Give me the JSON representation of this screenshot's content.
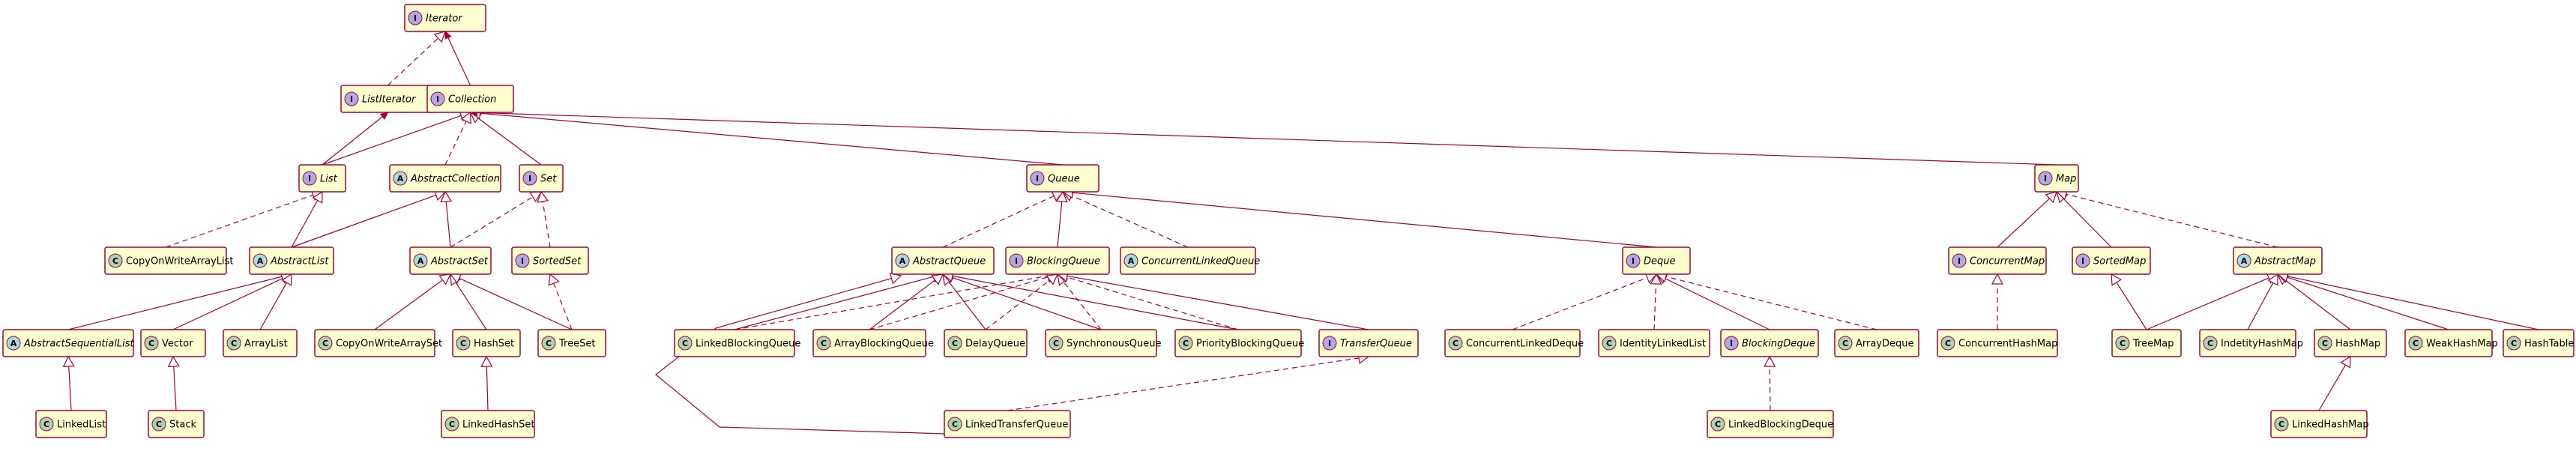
{
  "colors": {
    "box_fill": "#FEFECE",
    "border": "#A80036",
    "interface": "#B4A7E5",
    "abstract": "#A9DCDF",
    "class": "#ADD1B2"
  },
  "kind_letters": {
    "interface": "I",
    "abstract": "A",
    "class": "C"
  },
  "nodes": [
    {
      "id": "Iterator",
      "label": "Iterator",
      "kind": "interface"
    },
    {
      "id": "ListIterator",
      "label": "ListIterator",
      "kind": "interface"
    },
    {
      "id": "Collection",
      "label": "Collection",
      "kind": "interface"
    },
    {
      "id": "List",
      "label": "List",
      "kind": "interface"
    },
    {
      "id": "AbstractCollection",
      "label": "AbstractCollection",
      "kind": "abstract"
    },
    {
      "id": "Set",
      "label": "Set",
      "kind": "interface"
    },
    {
      "id": "CopyOnWriteArrayList",
      "label": "CopyOnWriteArrayList",
      "kind": "class"
    },
    {
      "id": "AbstractList",
      "label": "AbstractList",
      "kind": "abstract"
    },
    {
      "id": "AbstractSet",
      "label": "AbstractSet",
      "kind": "abstract"
    },
    {
      "id": "SortedSet",
      "label": "SortedSet",
      "kind": "interface"
    },
    {
      "id": "AbstractSequentialList",
      "label": "AbstractSequentialList",
      "kind": "abstract"
    },
    {
      "id": "Vector",
      "label": "Vector",
      "kind": "class"
    },
    {
      "id": "ArrayList",
      "label": "ArrayList",
      "kind": "class"
    },
    {
      "id": "CopyOnWriteArraySet",
      "label": "CopyOnWriteArraySet",
      "kind": "class"
    },
    {
      "id": "HashSet",
      "label": "HashSet",
      "kind": "class"
    },
    {
      "id": "TreeSet",
      "label": "TreeSet",
      "kind": "class"
    },
    {
      "id": "LinkedList",
      "label": "LinkedList",
      "kind": "class"
    },
    {
      "id": "Stack",
      "label": "Stack",
      "kind": "class"
    },
    {
      "id": "LinkedHashSet",
      "label": "LinkedHashSet",
      "kind": "class"
    },
    {
      "id": "Queue",
      "label": "Queue",
      "kind": "interface"
    },
    {
      "id": "AbstractQueue",
      "label": "AbstractQueue",
      "kind": "abstract"
    },
    {
      "id": "BlockingQueue",
      "label": "BlockingQueue",
      "kind": "interface"
    },
    {
      "id": "ConcurrentLinkedQueue",
      "label": "ConcurrentLinkedQueue",
      "kind": "abstract"
    },
    {
      "id": "Deque",
      "label": "Deque",
      "kind": "interface"
    },
    {
      "id": "LinkedBlockingQueue",
      "label": "LinkedBlockingQueue",
      "kind": "class"
    },
    {
      "id": "ArrayBlockingQueue",
      "label": "ArrayBlockingQueue",
      "kind": "class"
    },
    {
      "id": "DelayQueue",
      "label": "DelayQueue",
      "kind": "class"
    },
    {
      "id": "SynchronousQueue",
      "label": "SynchronousQueue",
      "kind": "class"
    },
    {
      "id": "PriorityBlockingQueue",
      "label": "PriorityBlockingQueue",
      "kind": "class"
    },
    {
      "id": "TransferQueue",
      "label": "TransferQueue",
      "kind": "interface"
    },
    {
      "id": "LinkedTransferQueue",
      "label": "LinkedTransferQueue",
      "kind": "class"
    },
    {
      "id": "ConcurrentLinkedDeque",
      "label": "ConcurrentLinkedDeque",
      "kind": "class"
    },
    {
      "id": "IdentityLinkedList",
      "label": "IdentityLinkedList",
      "kind": "class"
    },
    {
      "id": "BlockingDeque",
      "label": "BlockingDeque",
      "kind": "interface"
    },
    {
      "id": "ArrayDeque",
      "label": "ArrayDeque",
      "kind": "class"
    },
    {
      "id": "LinkedBlockingDeque",
      "label": "LinkedBlockingDeque",
      "kind": "class"
    },
    {
      "id": "Map",
      "label": "Map",
      "kind": "interface"
    },
    {
      "id": "ConcurrentMap",
      "label": "ConcurrentMap",
      "kind": "interface"
    },
    {
      "id": "SortedMap",
      "label": "SortedMap",
      "kind": "interface"
    },
    {
      "id": "AbstractMap",
      "label": "AbstractMap",
      "kind": "abstract"
    },
    {
      "id": "ConcurrentHashMap",
      "label": "ConcurrentHashMap",
      "kind": "class"
    },
    {
      "id": "TreeMap",
      "label": "TreeMap",
      "kind": "class"
    },
    {
      "id": "IndetityHashMap",
      "label": "IndetityHashMap",
      "kind": "class"
    },
    {
      "id": "HashMap",
      "label": "HashMap",
      "kind": "class"
    },
    {
      "id": "WeakHashMap",
      "label": "WeakHashMap",
      "kind": "class"
    },
    {
      "id": "HashTable",
      "label": "HashTable",
      "kind": "class"
    },
    {
      "id": "LinkedHashMap",
      "label": "LinkedHashMap",
      "kind": "class"
    }
  ],
  "edges": [
    {
      "from": "ListIterator",
      "to": "Iterator",
      "type": "realize"
    },
    {
      "from": "Collection",
      "to": "Iterator",
      "type": "association"
    },
    {
      "from": "List",
      "to": "ListIterator",
      "type": "association"
    },
    {
      "from": "List",
      "to": "Collection",
      "type": "extend"
    },
    {
      "from": "AbstractCollection",
      "to": "Collection",
      "type": "realize"
    },
    {
      "from": "Set",
      "to": "Collection",
      "type": "extend"
    },
    {
      "from": "Queue",
      "to": "Collection",
      "type": "extend"
    },
    {
      "from": "Map",
      "to": "Collection",
      "type": "association"
    },
    {
      "from": "CopyOnWriteArrayList",
      "to": "List",
      "type": "realize"
    },
    {
      "from": "AbstractList",
      "to": "List",
      "type": "extend"
    },
    {
      "from": "AbstractList",
      "to": "AbstractCollection",
      "type": "extend"
    },
    {
      "from": "AbstractSet",
      "to": "AbstractCollection",
      "type": "extend"
    },
    {
      "from": "AbstractSet",
      "to": "Set",
      "type": "realize"
    },
    {
      "from": "SortedSet",
      "to": "Set",
      "type": "realize"
    },
    {
      "from": "AbstractSequentialList",
      "to": "AbstractList",
      "type": "extend"
    },
    {
      "from": "Vector",
      "to": "AbstractList",
      "type": "extend"
    },
    {
      "from": "ArrayList",
      "to": "AbstractList",
      "type": "extend"
    },
    {
      "from": "CopyOnWriteArraySet",
      "to": "AbstractSet",
      "type": "extend"
    },
    {
      "from": "HashSet",
      "to": "AbstractSet",
      "type": "extend"
    },
    {
      "from": "TreeSet",
      "to": "AbstractSet",
      "type": "extend"
    },
    {
      "from": "TreeSet",
      "to": "SortedSet",
      "type": "realize"
    },
    {
      "from": "LinkedList",
      "to": "AbstractSequentialList",
      "type": "extend"
    },
    {
      "from": "Stack",
      "to": "Vector",
      "type": "extend"
    },
    {
      "from": "LinkedHashSet",
      "to": "HashSet",
      "type": "extend"
    },
    {
      "from": "AbstractQueue",
      "to": "Queue",
      "type": "realize"
    },
    {
      "from": "BlockingQueue",
      "to": "Queue",
      "type": "extend"
    },
    {
      "from": "ConcurrentLinkedQueue",
      "to": "Queue",
      "type": "realize"
    },
    {
      "from": "Deque",
      "to": "Queue",
      "type": "extend"
    },
    {
      "from": "LinkedBlockingQueue",
      "to": "AbstractQueue",
      "type": "extend"
    },
    {
      "from": "LinkedBlockingQueue",
      "to": "BlockingQueue",
      "type": "realize"
    },
    {
      "from": "ArrayBlockingQueue",
      "to": "AbstractQueue",
      "type": "extend"
    },
    {
      "from": "ArrayBlockingQueue",
      "to": "BlockingQueue",
      "type": "realize"
    },
    {
      "from": "DelayQueue",
      "to": "AbstractQueue",
      "type": "extend"
    },
    {
      "from": "DelayQueue",
      "to": "BlockingQueue",
      "type": "realize"
    },
    {
      "from": "SynchronousQueue",
      "to": "AbstractQueue",
      "type": "extend"
    },
    {
      "from": "SynchronousQueue",
      "to": "BlockingQueue",
      "type": "realize"
    },
    {
      "from": "PriorityBlockingQueue",
      "to": "AbstractQueue",
      "type": "extend"
    },
    {
      "from": "PriorityBlockingQueue",
      "to": "BlockingQueue",
      "type": "realize"
    },
    {
      "from": "TransferQueue",
      "to": "BlockingQueue",
      "type": "extend"
    },
    {
      "from": "LinkedTransferQueue",
      "to": "AbstractQueue",
      "type": "extend"
    },
    {
      "from": "LinkedTransferQueue",
      "to": "TransferQueue",
      "type": "realize"
    },
    {
      "from": "ConcurrentLinkedDeque",
      "to": "Deque",
      "type": "realize"
    },
    {
      "from": "IdentityLinkedList",
      "to": "Deque",
      "type": "realize"
    },
    {
      "from": "BlockingDeque",
      "to": "Deque",
      "type": "extend"
    },
    {
      "from": "ArrayDeque",
      "to": "Deque",
      "type": "realize"
    },
    {
      "from": "LinkedBlockingDeque",
      "to": "BlockingDeque",
      "type": "realize"
    },
    {
      "from": "ConcurrentMap",
      "to": "Map",
      "type": "extend"
    },
    {
      "from": "SortedMap",
      "to": "Map",
      "type": "extend"
    },
    {
      "from": "AbstractMap",
      "to": "Map",
      "type": "realize"
    },
    {
      "from": "ConcurrentHashMap",
      "to": "ConcurrentMap",
      "type": "realize"
    },
    {
      "from": "TreeMap",
      "to": "SortedMap",
      "type": "extend"
    },
    {
      "from": "TreeMap",
      "to": "AbstractMap",
      "type": "extend"
    },
    {
      "from": "IndetityHashMap",
      "to": "AbstractMap",
      "type": "extend"
    },
    {
      "from": "HashMap",
      "to": "AbstractMap",
      "type": "extend"
    },
    {
      "from": "WeakHashMap",
      "to": "AbstractMap",
      "type": "extend"
    },
    {
      "from": "HashTable",
      "to": "AbstractMap",
      "type": "extend"
    },
    {
      "from": "LinkedHashMap",
      "to": "HashMap",
      "type": "extend"
    }
  ]
}
